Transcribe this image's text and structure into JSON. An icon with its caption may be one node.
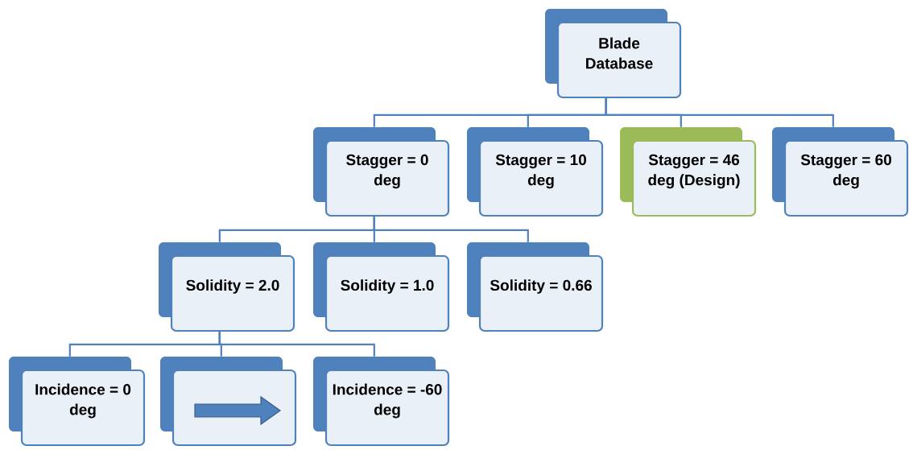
{
  "diagram": {
    "nodes": [
      {
        "text": [
          "Blade Database"
        ]
      },
      {
        "text": [
          "Stagger = 0 deg"
        ]
      },
      {
        "text": [
          "Stagger = 10 deg"
        ]
      },
      {
        "text": [
          "Stagger = 46 deg (Design)"
        ]
      },
      {
        "text": [
          "Stagger = 60 deg"
        ]
      },
      {
        "text": [
          "Solidity = 2.0"
        ]
      },
      {
        "text": [
          "Solidity = 1.0"
        ]
      },
      {
        "text": [
          "Solidity = 0.66"
        ]
      },
      {
        "text": [
          "Incidence = 0 deg"
        ]
      },
      {
        "text": [],
        "shape": "box"
      },
      {
        "text": [
          "Incidence = -60 deg"
        ]
      }
    ],
    "edges": [
      {
        "from": 0,
        "to": 1,
        "arrow": "none"
      },
      {
        "from": 0,
        "to": 2,
        "arrow": "none"
      },
      {
        "from": 0,
        "to": 3,
        "arrow": "none"
      },
      {
        "from": 0,
        "to": 4,
        "arrow": "none"
      },
      {
        "from": 1,
        "to": 5,
        "arrow": "none"
      },
      {
        "from": 1,
        "to": 6,
        "arrow": "none"
      },
      {
        "from": 1,
        "to": 7,
        "arrow": "none"
      },
      {
        "from": 5,
        "to": 8,
        "arrow": "none"
      },
      {
        "from": 5,
        "to": 9,
        "arrow": "none"
      },
      {
        "from": 5,
        "to": 10,
        "arrow": "none"
      }
    ]
  }
}
